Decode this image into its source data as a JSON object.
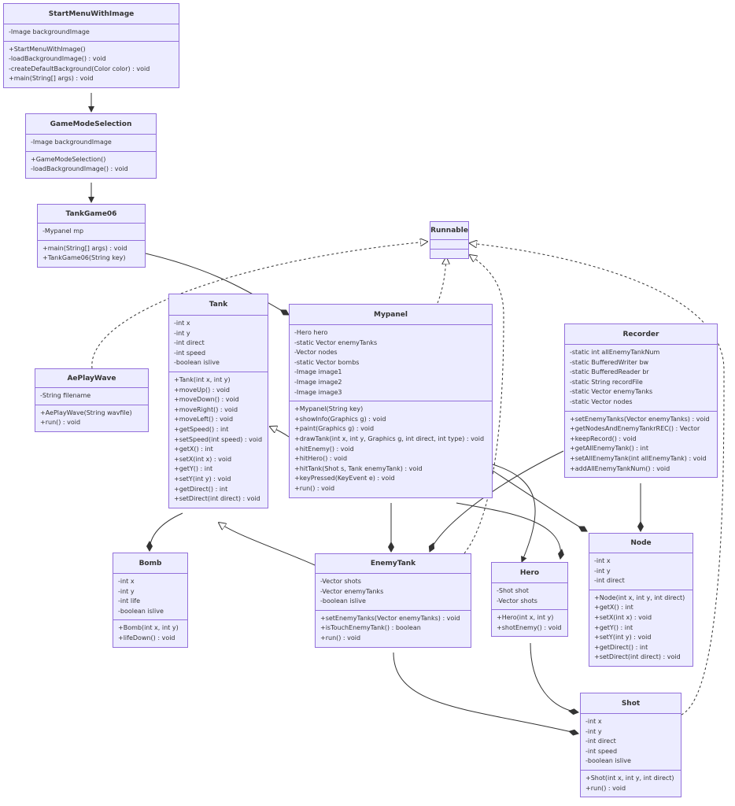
{
  "classes": [
    {
      "id": "StartMenuWithImage",
      "name": "StartMenuWithImage",
      "attributes": [
        "-Image backgroundImage"
      ],
      "methods": [
        "+StartMenuWithImage()",
        "-loadBackgroundImage() : void",
        "-createDefaultBackground(Color color) : void",
        "+main(String[] args) : void"
      ]
    },
    {
      "id": "GameModeSelection",
      "name": "GameModeSelection",
      "attributes": [
        "-Image backgroundImage"
      ],
      "methods": [
        "+GameModeSelection()",
        "-loadBackgroundImage() : void"
      ]
    },
    {
      "id": "TankGame06",
      "name": "TankGame06",
      "attributes": [
        "-Mypanel mp"
      ],
      "methods": [
        "+main(String[] args) : void",
        "+TankGame06(String key)"
      ]
    },
    {
      "id": "Runnable",
      "name": "Runnable",
      "attributes": [],
      "methods": []
    },
    {
      "id": "Tank",
      "name": "Tank",
      "attributes": [
        "-int x",
        "-int y",
        "-int direct",
        "-int speed",
        "-boolean islive"
      ],
      "methods": [
        "+Tank(int x, int y)",
        "+moveUp() : void",
        "+moveDown() : void",
        "+moveRight() : void",
        "+moveLeft() : void",
        "+getSpeed() : int",
        "+setSpeed(int speed) : void",
        "+getX() : int",
        "+setX(int x) : void",
        "+getY() : int",
        "+setY(int y) : void",
        "+getDirect() : int",
        "+setDirect(int direct) : void"
      ]
    },
    {
      "id": "Mypanel",
      "name": "Mypanel",
      "attributes": [
        "-Hero hero",
        "-static Vector enemyTanks",
        "-Vector nodes",
        "-static Vector bombs",
        "-Image image1",
        "-Image image2",
        "-Image image3"
      ],
      "methods": [
        "+Mypanel(String key)",
        "+showInfo(Graphics g) : void",
        "+paint(Graphics g) : void",
        "+drawTank(int x, int y, Graphics g, int direct, int type) : void",
        "+hitEnemy() : void",
        "+hitHero() : void",
        "+hitTank(Shot s, Tank enemyTank) : void",
        "+keyPressed(KeyEvent e) : void",
        "+run() : void"
      ]
    },
    {
      "id": "Recorder",
      "name": "Recorder",
      "attributes": [
        "-static int allEnemyTankNum",
        "-static BufferedWriter bw",
        "-static BufferedReader br",
        "-static String recordFile",
        "-static Vector enemyTanks",
        "-static Vector nodes"
      ],
      "methods": [
        "+setEnemyTanks(Vector enemyTanks) : void",
        "+getNodesAndEnemyTankrREC() : Vector",
        "+keepRecord() : void",
        "+getAllEnemyTank() : int",
        "+setAllEnemyTank(int allEnemyTank) : void",
        "+addAllEnemyTankNum() : void"
      ]
    },
    {
      "id": "AePlayWave",
      "name": "AePlayWave",
      "attributes": [
        "-String filename"
      ],
      "methods": [
        "+AePlayWave(String wavfile)",
        "+run() : void"
      ]
    },
    {
      "id": "Bomb",
      "name": "Bomb",
      "attributes": [
        "-int x",
        "-int y",
        "-int life",
        "-boolean islive"
      ],
      "methods": [
        "+Bomb(int x, int y)",
        "+lifeDown() : void"
      ]
    },
    {
      "id": "EnemyTank",
      "name": "EnemyTank",
      "attributes": [
        "-Vector shots",
        "-Vector enemyTanks",
        "-boolean islive"
      ],
      "methods": [
        "+setEnemyTanks(Vector enemyTanks) : void",
        "+isTouchEnemyTank() : boolean",
        "+run() : void"
      ]
    },
    {
      "id": "Hero",
      "name": "Hero",
      "attributes": [
        "-Shot shot",
        "-Vector shots"
      ],
      "methods": [
        "+Hero(int x, int y)",
        "+shotEnemy() : void"
      ]
    },
    {
      "id": "Node",
      "name": "Node",
      "attributes": [
        "-int x",
        "-int y",
        "-int direct"
      ],
      "methods": [
        "+Node(int x, int y, int direct)",
        "+getX() : int",
        "+setX(int x) : void",
        "+getY() : int",
        "+setY(int y) : void",
        "+getDirect() : int",
        "+setDirect(int direct) : void"
      ]
    },
    {
      "id": "Shot",
      "name": "Shot",
      "attributes": [
        "-int x",
        "-int y",
        "-int direct",
        "-int speed",
        "-boolean islive"
      ],
      "methods": [
        "+Shot(int x, int y, int direct)",
        "+run() : void"
      ]
    }
  ],
  "relations": [
    {
      "from": "StartMenuWithImage",
      "to": "GameModeSelection",
      "type": "association"
    },
    {
      "from": "GameModeSelection",
      "to": "TankGame06",
      "type": "association"
    },
    {
      "from": "TankGame06",
      "to": "Mypanel",
      "type": "composition"
    },
    {
      "from": "Mypanel",
      "to": "Runnable",
      "type": "realization"
    },
    {
      "from": "AePlayWave",
      "to": "Runnable",
      "type": "realization"
    },
    {
      "from": "EnemyTank",
      "to": "Runnable",
      "type": "realization"
    },
    {
      "from": "Shot",
      "to": "Runnable",
      "type": "realization"
    },
    {
      "from": "Mypanel",
      "to": "Tank",
      "type": "inheritance"
    },
    {
      "from": "EnemyTank",
      "to": "Tank",
      "type": "inheritance"
    },
    {
      "from": "Tank",
      "to": "Bomb",
      "type": "composition"
    },
    {
      "from": "Mypanel",
      "to": "EnemyTank",
      "type": "composition"
    },
    {
      "from": "Mypanel",
      "to": "Hero",
      "type": "composition"
    },
    {
      "from": "Mypanel",
      "to": "Node",
      "type": "composition"
    },
    {
      "from": "Recorder",
      "to": "EnemyTank",
      "type": "composition"
    },
    {
      "from": "Recorder",
      "to": "Node",
      "type": "composition"
    },
    {
      "from": "Mypanel",
      "to": "Hero",
      "type": "association"
    },
    {
      "from": "EnemyTank",
      "to": "Shot",
      "type": "composition"
    },
    {
      "from": "Hero",
      "to": "Shot",
      "type": "composition"
    }
  ],
  "colors": {
    "box_fill": "#ECECFF",
    "box_border": "#9370DB",
    "line": "#333333",
    "text": "#333333"
  }
}
